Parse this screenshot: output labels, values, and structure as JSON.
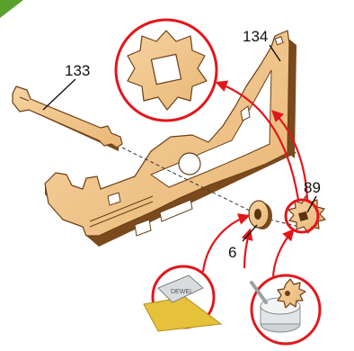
{
  "labels": {
    "rod": "133",
    "frame": "134",
    "gear": "89",
    "hub": "6"
  },
  "colors": {
    "accent": "#e3161b",
    "wood": "#f0c58b",
    "wood_edge": "#7a4a1d",
    "corner": "#5aa02c"
  },
  "icons": {
    "glue": "glue-tube-icon",
    "wax": "wax-pot-icon"
  }
}
